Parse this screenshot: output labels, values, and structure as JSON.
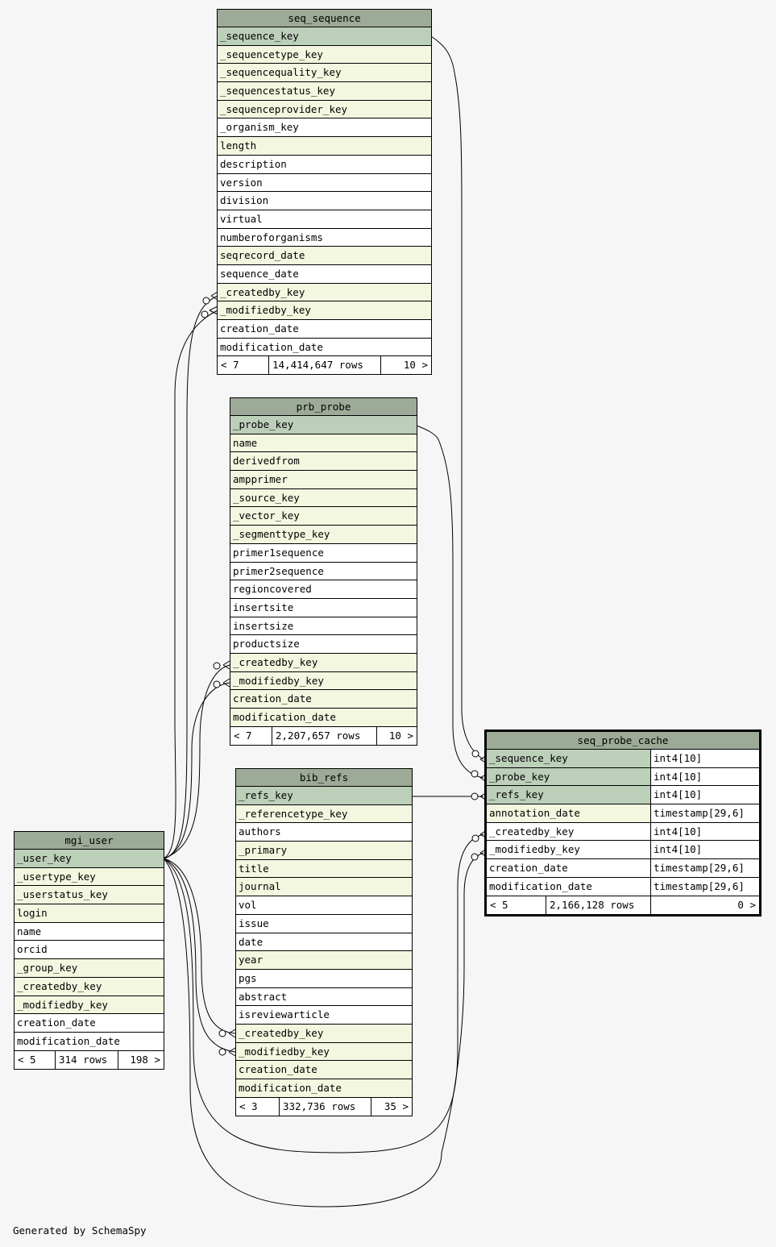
{
  "footer_text": "Generated by SchemaSpy",
  "tables": {
    "seq_sequence": {
      "name": "seq_sequence",
      "columns": [
        {
          "name": "_sequence_key",
          "kind": "pk"
        },
        {
          "name": "_sequencetype_key",
          "kind": "fk"
        },
        {
          "name": "_sequencequality_key",
          "kind": "fk"
        },
        {
          "name": "_sequencestatus_key",
          "kind": "fk"
        },
        {
          "name": "_sequenceprovider_key",
          "kind": "fk"
        },
        {
          "name": "_organism_key",
          "kind": "plain"
        },
        {
          "name": "length",
          "kind": "fk"
        },
        {
          "name": "description",
          "kind": "plain"
        },
        {
          "name": "version",
          "kind": "plain"
        },
        {
          "name": "division",
          "kind": "plain"
        },
        {
          "name": "virtual",
          "kind": "plain"
        },
        {
          "name": "numberoforganisms",
          "kind": "plain"
        },
        {
          "name": "seqrecord_date",
          "kind": "fk"
        },
        {
          "name": "sequence_date",
          "kind": "plain"
        },
        {
          "name": "_createdby_key",
          "kind": "fk"
        },
        {
          "name": "_modifiedby_key",
          "kind": "fk"
        },
        {
          "name": "creation_date",
          "kind": "plain"
        },
        {
          "name": "modification_date",
          "kind": "plain"
        }
      ],
      "footer": {
        "parents": "< 7",
        "rows": "14,414,647 rows",
        "children": "10 >"
      }
    },
    "prb_probe": {
      "name": "prb_probe",
      "columns": [
        {
          "name": "_probe_key",
          "kind": "pk"
        },
        {
          "name": "name",
          "kind": "fk"
        },
        {
          "name": "derivedfrom",
          "kind": "fk"
        },
        {
          "name": "ampprimer",
          "kind": "fk"
        },
        {
          "name": "_source_key",
          "kind": "fk"
        },
        {
          "name": "_vector_key",
          "kind": "fk"
        },
        {
          "name": "_segmenttype_key",
          "kind": "fk"
        },
        {
          "name": "primer1sequence",
          "kind": "plain"
        },
        {
          "name": "primer2sequence",
          "kind": "plain"
        },
        {
          "name": "regioncovered",
          "kind": "plain"
        },
        {
          "name": "insertsite",
          "kind": "plain"
        },
        {
          "name": "insertsize",
          "kind": "plain"
        },
        {
          "name": "productsize",
          "kind": "plain"
        },
        {
          "name": "_createdby_key",
          "kind": "fk"
        },
        {
          "name": "_modifiedby_key",
          "kind": "fk"
        },
        {
          "name": "creation_date",
          "kind": "fk"
        },
        {
          "name": "modification_date",
          "kind": "fk"
        }
      ],
      "footer": {
        "parents": "< 7",
        "rows": "2,207,657 rows",
        "children": "10 >"
      }
    },
    "bib_refs": {
      "name": "bib_refs",
      "columns": [
        {
          "name": "_refs_key",
          "kind": "pk"
        },
        {
          "name": "_referencetype_key",
          "kind": "fk"
        },
        {
          "name": "authors",
          "kind": "plain"
        },
        {
          "name": "_primary",
          "kind": "fk"
        },
        {
          "name": "title",
          "kind": "fk"
        },
        {
          "name": "journal",
          "kind": "fk"
        },
        {
          "name": "vol",
          "kind": "plain"
        },
        {
          "name": "issue",
          "kind": "plain"
        },
        {
          "name": "date",
          "kind": "plain"
        },
        {
          "name": "year",
          "kind": "fk"
        },
        {
          "name": "pgs",
          "kind": "plain"
        },
        {
          "name": "abstract",
          "kind": "plain"
        },
        {
          "name": "isreviewarticle",
          "kind": "plain"
        },
        {
          "name": "_createdby_key",
          "kind": "fk"
        },
        {
          "name": "_modifiedby_key",
          "kind": "fk"
        },
        {
          "name": "creation_date",
          "kind": "fk"
        },
        {
          "name": "modification_date",
          "kind": "fk"
        }
      ],
      "footer": {
        "parents": "< 3",
        "rows": "332,736 rows",
        "children": "35 >"
      }
    },
    "mgi_user": {
      "name": "mgi_user",
      "columns": [
        {
          "name": "_user_key",
          "kind": "pk"
        },
        {
          "name": "_usertype_key",
          "kind": "fk"
        },
        {
          "name": "_userstatus_key",
          "kind": "fk"
        },
        {
          "name": "login",
          "kind": "fk"
        },
        {
          "name": "name",
          "kind": "plain"
        },
        {
          "name": "orcid",
          "kind": "plain"
        },
        {
          "name": "_group_key",
          "kind": "fk"
        },
        {
          "name": "_createdby_key",
          "kind": "fk"
        },
        {
          "name": "_modifiedby_key",
          "kind": "fk"
        },
        {
          "name": "creation_date",
          "kind": "plain"
        },
        {
          "name": "modification_date",
          "kind": "plain"
        }
      ],
      "footer": {
        "parents": "< 5",
        "rows": "314 rows",
        "children": "198 >"
      }
    },
    "seq_probe_cache": {
      "name": "seq_probe_cache",
      "columns": [
        {
          "name": "_sequence_key",
          "type": "int4[10]",
          "kind": "pk"
        },
        {
          "name": "_probe_key",
          "type": "int4[10]",
          "kind": "pk"
        },
        {
          "name": "_refs_key",
          "type": "int4[10]",
          "kind": "pk"
        },
        {
          "name": "annotation_date",
          "type": "timestamp[29,6]",
          "kind": "fk"
        },
        {
          "name": "_createdby_key",
          "type": "int4[10]",
          "kind": "plain"
        },
        {
          "name": "_modifiedby_key",
          "type": "int4[10]",
          "kind": "plain"
        },
        {
          "name": "creation_date",
          "type": "timestamp[29,6]",
          "kind": "plain"
        },
        {
          "name": "modification_date",
          "type": "timestamp[29,6]",
          "kind": "plain"
        }
      ],
      "footer": {
        "parents": "< 5",
        "rows": "2,166,128 rows",
        "children": "0 >"
      }
    }
  }
}
